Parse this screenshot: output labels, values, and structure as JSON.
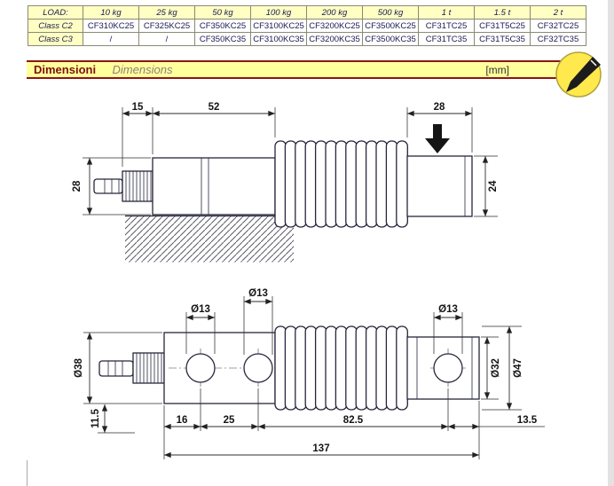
{
  "load_table": {
    "load_label": "LOAD:",
    "loads": [
      "10 kg",
      "25 kg",
      "50 kg",
      "100 kg",
      "200 kg",
      "500 kg",
      "1 t",
      "1.5 t",
      "2 t"
    ],
    "class_rows": [
      {
        "label": "Class C2",
        "models": [
          "CF310KC25",
          "CF325KC25",
          "CF350KC25",
          "CF3100KC25",
          "CF3200KC25",
          "CF3500KC25",
          "CF31TC25",
          "CF31T5C25",
          "CF32TC25"
        ]
      },
      {
        "label": "Class C3",
        "models": [
          "/",
          "/",
          "CF350KC35",
          "CF3100KC35",
          "CF3200KC35",
          "CF3500KC35",
          "CF31TC35",
          "CF31T5C35",
          "CF32TC35"
        ]
      }
    ]
  },
  "section_header": {
    "title_italian": "Dimensioni",
    "title_english": "Dimensions",
    "units_label": "[mm]",
    "band_color": "#ffff9c",
    "accent_color": "#8b1515"
  },
  "side_view": {
    "dim_thread_length": "15",
    "dim_body_length": "52",
    "dim_end_width": "28",
    "dim_body_height": "28",
    "dim_end_height": "24"
  },
  "top_view": {
    "dia_hole2": "Ø13",
    "dia_hole1": "Ø13",
    "dia_hole3": "Ø13",
    "dia_body": "Ø38",
    "dia_end_inner": "Ø32",
    "dia_end_outer": "Ø47",
    "dim_cable_offset": "11.5",
    "dim_edge_to_hole1": "16",
    "dim_hole1_to_hole2": "25",
    "dim_hole2_to_hole3": "82.5",
    "dim_hole3_to_edge": "13.5",
    "dim_total_length": "137"
  }
}
